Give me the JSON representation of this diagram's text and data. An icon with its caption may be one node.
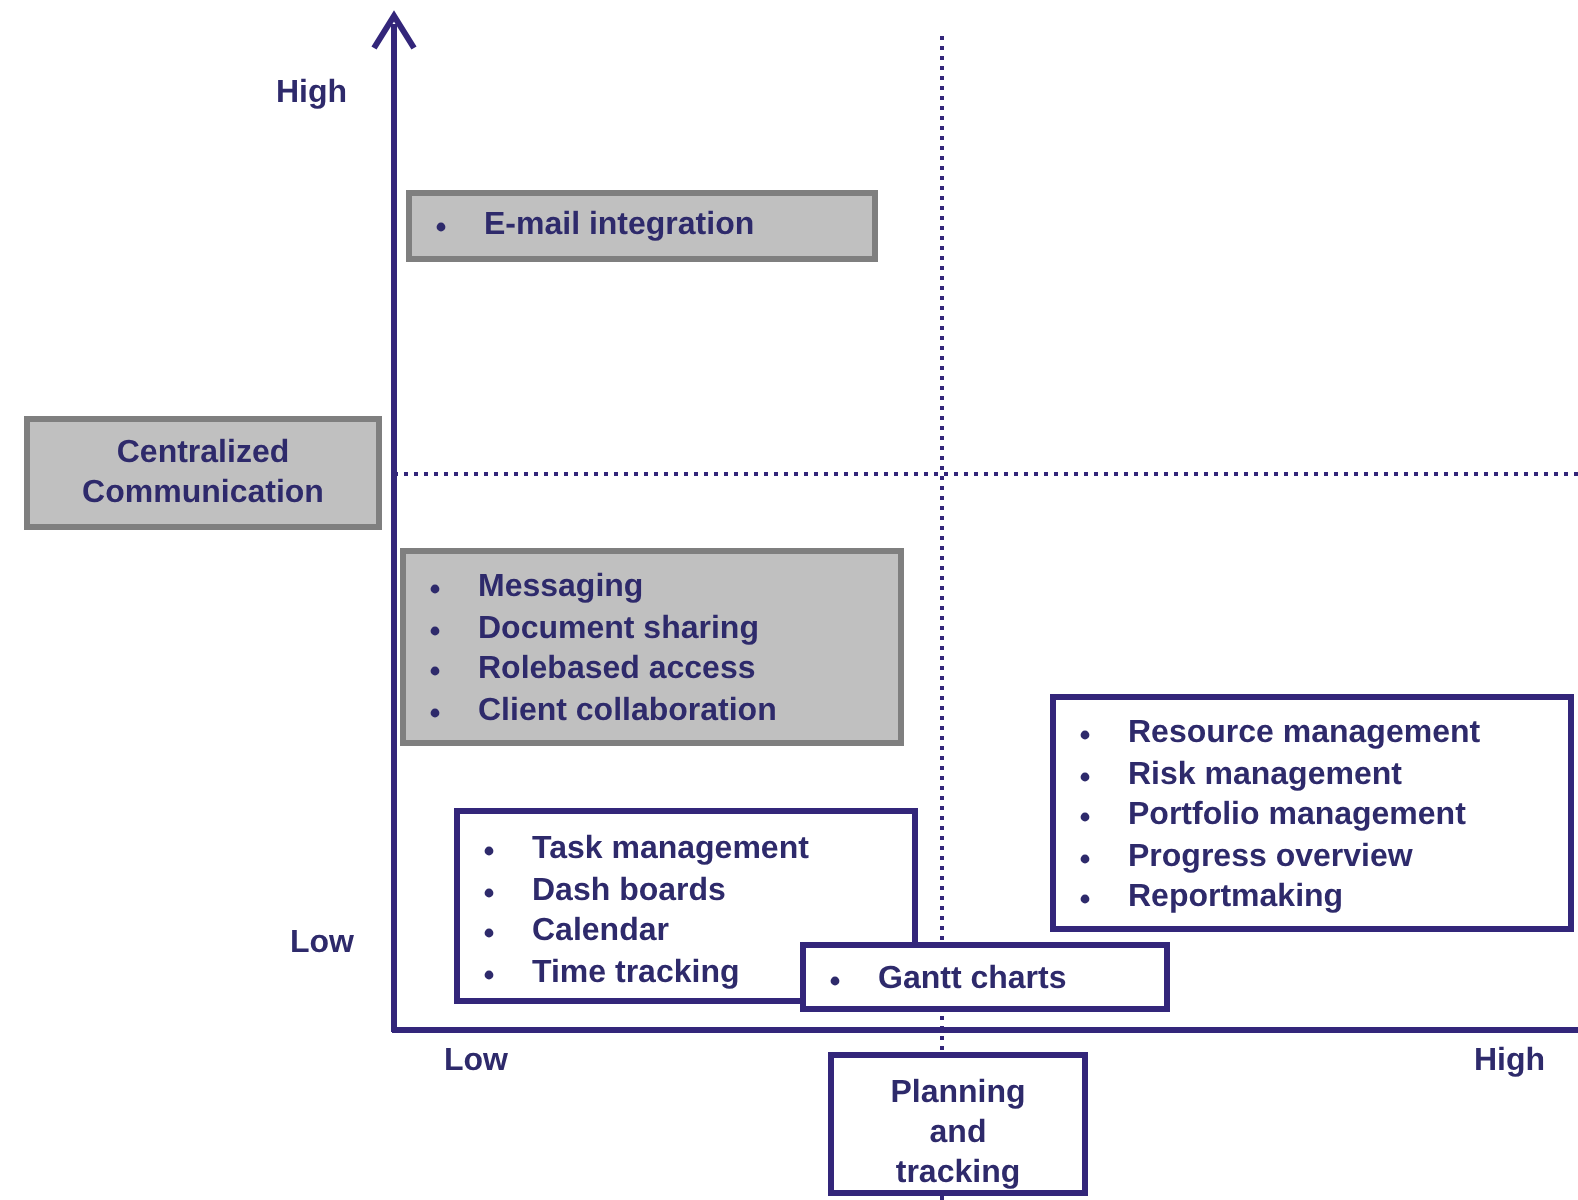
{
  "diagram": {
    "nodes": [
      {
        "text": [
          "E-mail integration"
        ]
      },
      {
        "text": [
          "Centralized Communication"
        ]
      },
      {
        "text": [
          "Messaging",
          "Document sharing",
          "Rolebased access",
          "Client collaboration"
        ]
      },
      {
        "text": [
          "Resource management",
          "Risk management",
          "Portfolio management",
          "Progress overview",
          "Reportmaking"
        ]
      },
      {
        "text": [
          "Task management",
          "Dash boards",
          "Calendar",
          "Time tracking"
        ]
      },
      {
        "text": [
          "Gantt charts"
        ]
      },
      {
        "text": [
          "Planning and tracking"
        ]
      }
    ],
    "labels": [
      "High",
      "Low",
      "Low",
      "High"
    ]
  }
}
